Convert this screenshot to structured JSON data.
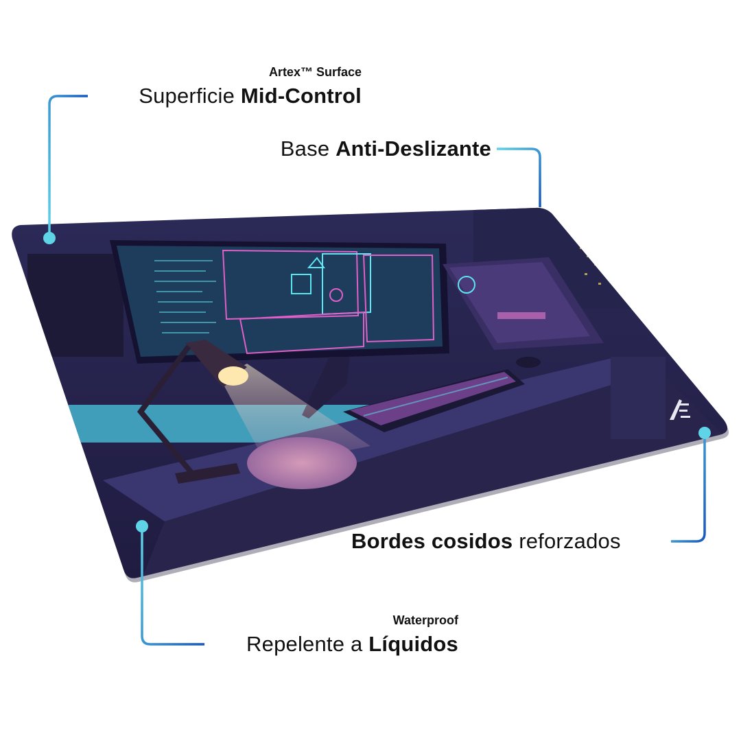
{
  "callouts": {
    "surface": {
      "subtitle": "Artex™ Surface",
      "text": "Superficie ",
      "bold": "Mid-Control"
    },
    "base": {
      "text": "Base ",
      "bold": "Anti-Deslizante"
    },
    "edges": {
      "bold": "Bordes cosidos",
      "text": " reforzados"
    },
    "liquid": {
      "subtitle": "Waterproof",
      "text": "Repelente a ",
      "bold": "Líquidos"
    }
  },
  "brand": {
    "logo_text": "AE"
  },
  "colors": {
    "line_start": "#5fd4e6",
    "line_end": "#1658c0",
    "pad": "#2a2550",
    "screen": "#5ee6f0",
    "accent_pink": "#e060c8"
  }
}
